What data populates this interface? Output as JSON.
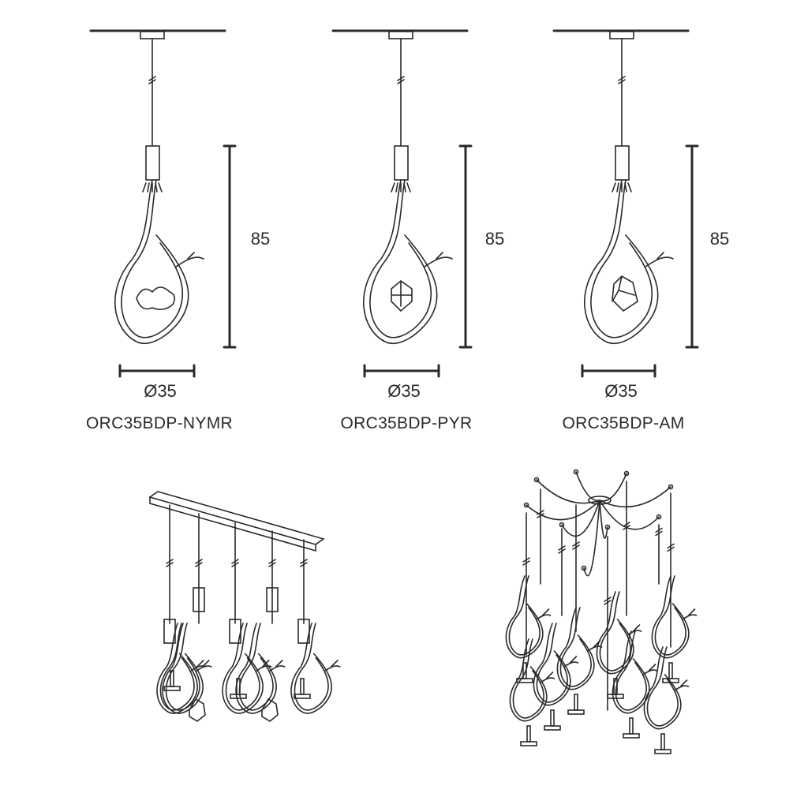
{
  "products": [
    {
      "code": "ORC35BDP-NYMR",
      "height": "85",
      "diameter": "Ø35",
      "shade": "flower"
    },
    {
      "code": "ORC35BDP-PYR",
      "height": "85",
      "diameter": "Ø35",
      "shade": "pyramid-crystal"
    },
    {
      "code": "ORC35BDP-AM",
      "height": "85",
      "diameter": "Ø35",
      "shade": "amethyst-crystal"
    }
  ],
  "colors": {
    "line": "#2a2a2a",
    "background": "#ffffff"
  }
}
